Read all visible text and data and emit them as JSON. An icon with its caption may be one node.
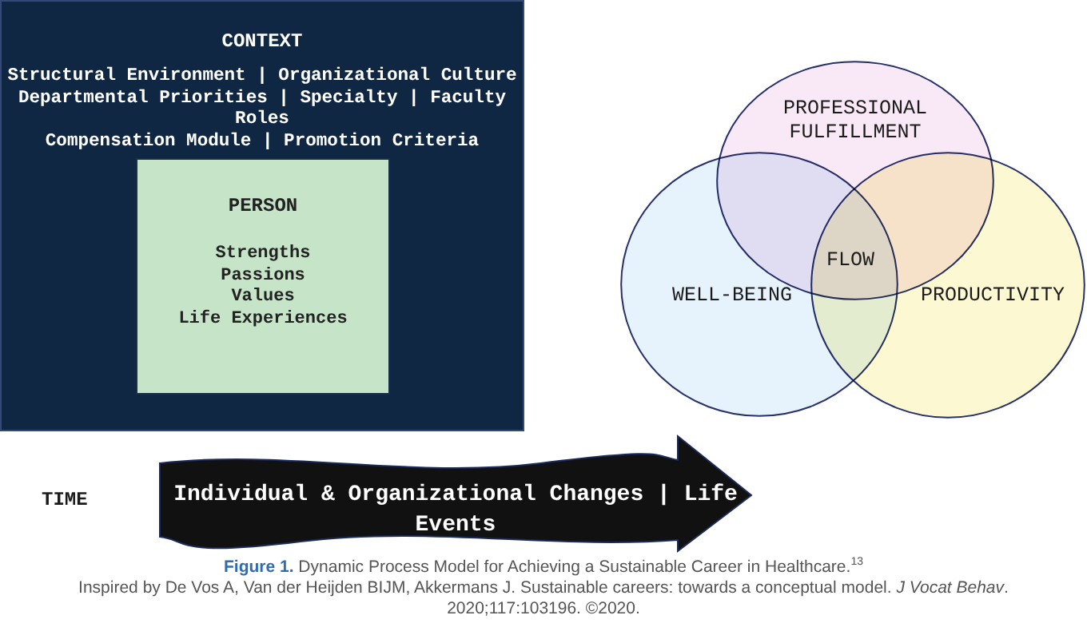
{
  "diagram": {
    "caption": "**Figure 1.** Dynamic Process Model for Achieving a Sustainable Career in Healthcare.$^{13}$",
    "nodes": [
      {
        "text": [
          "CONTEXT",
          "Structural Environment | Organizational Culture",
          "Departmental Priorities | Specialty | Faculty Roles",
          "Compensation Module | Promotion Criteria"
        ]
      },
      {
        "text": [
          "PERSON",
          "Strengths",
          "Passions",
          "Values",
          "Life Experiences"
        ],
        "in": 0
      },
      {
        "text": [
          "PROFESSIONAL FULFILLMENT"
        ]
      },
      {
        "text": [
          "WELL-BEING"
        ]
      },
      {
        "text": [
          "PRODUCTIVITY"
        ]
      },
      {
        "text": [
          "Individual & Organizational Changes | Life Events"
        ]
      }
    ],
    "labels": [
      "FLOW",
      "TIME",
      "Inspired by De Vos A, Van der Heijden BIJM, Akkermans J. Sustainable careers: towards a conceptual model. *J Vocat Behav*. 2020;117:103196. ©2020."
    ]
  }
}
